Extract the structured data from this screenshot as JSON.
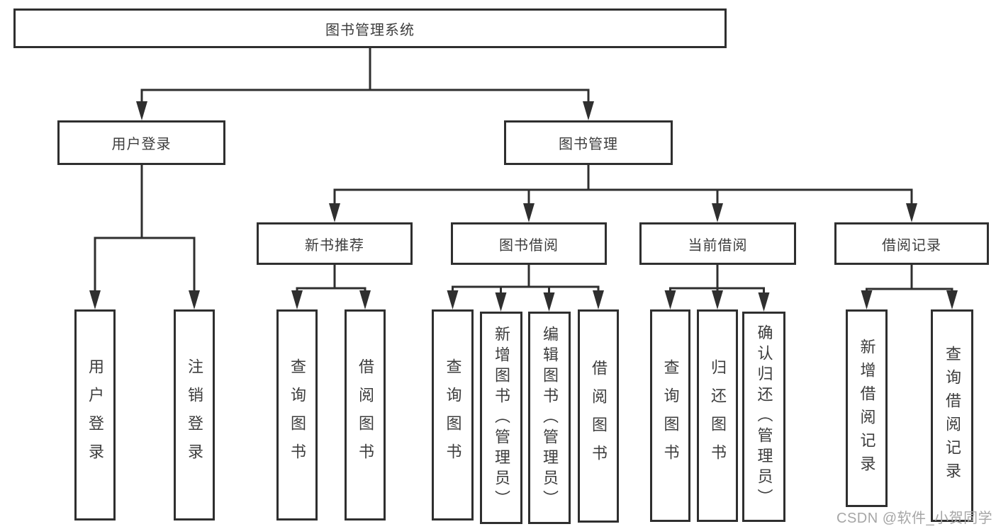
{
  "tree": {
    "root": {
      "label": "图书管理系统"
    },
    "branches": [
      {
        "label": "用户登录",
        "children": [
          {
            "label": "用户登录"
          },
          {
            "label": "注销登录"
          }
        ]
      },
      {
        "label": "图书管理",
        "sections": [
          {
            "label": "新书推荐",
            "children": [
              {
                "label": "查询图书"
              },
              {
                "label": "借阅图书"
              }
            ]
          },
          {
            "label": "图书借阅",
            "children": [
              {
                "label": "查询图书"
              },
              {
                "label": "新增图书（管理员）"
              },
              {
                "label": "编辑图书（管理员）"
              },
              {
                "label": "借阅图书"
              }
            ]
          },
          {
            "label": "当前借阅",
            "children": [
              {
                "label": "查询图书"
              },
              {
                "label": "归还图书"
              },
              {
                "label": "确认归还（管理员）"
              }
            ]
          },
          {
            "label": "借阅记录",
            "children": [
              {
                "label": "新增借阅记录"
              },
              {
                "label": "查询借阅记录"
              }
            ]
          }
        ]
      }
    ]
  },
  "watermark": {
    "text": "CSDN @软件_小贺同学"
  },
  "colors": {
    "line": "#2f2f2f",
    "box_border": "#2f2f2f",
    "text": "#3d3d3d",
    "watermark": "#a6a6a6",
    "background": "#ffffff"
  }
}
